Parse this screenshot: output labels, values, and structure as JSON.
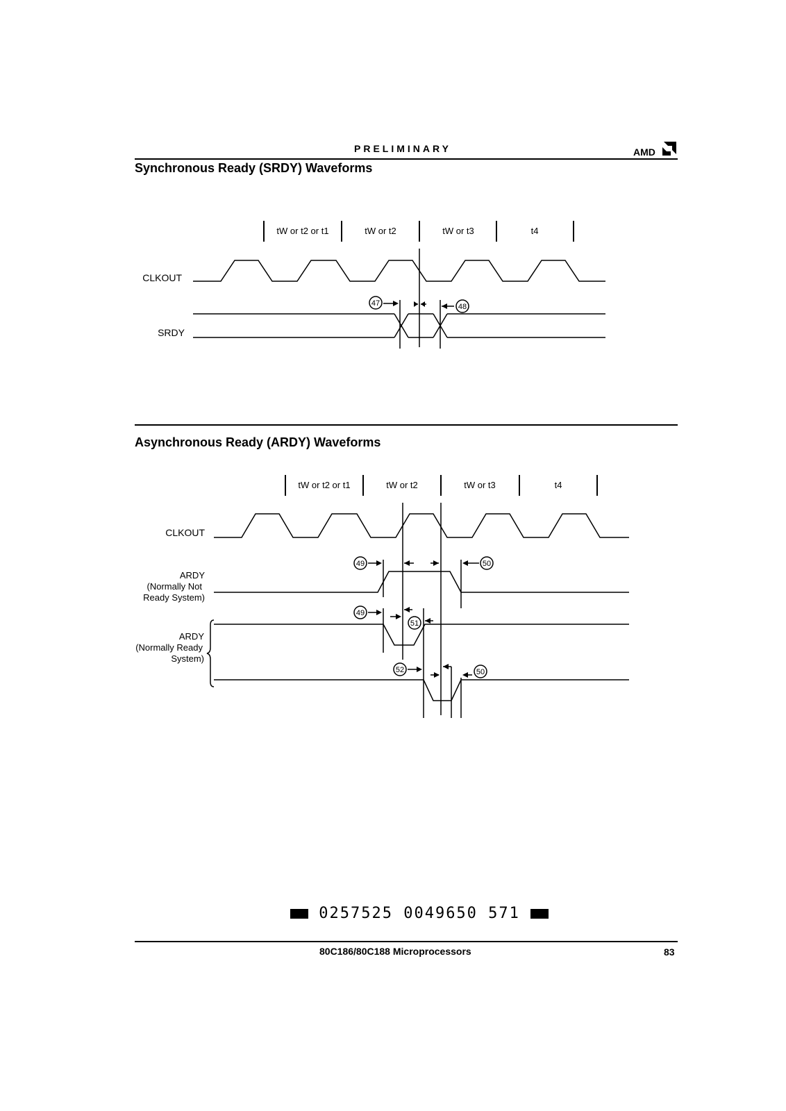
{
  "header": {
    "preliminary": "PRELIMINARY",
    "brand": "AMD"
  },
  "srdy_section": {
    "title": "Synchronous Ready (SRDY) Waveforms",
    "states": [
      "tW or t2 or t1",
      "tW or t2",
      "tW or t3",
      "t4"
    ],
    "signals": [
      "CLKOUT",
      "SRDY"
    ],
    "markers": [
      "47",
      "48"
    ]
  },
  "ardy_section": {
    "title": "Asynchronous Ready (ARDY) Waveforms",
    "states": [
      "tW or t2 or t1",
      "tW or t2",
      "tW or t3",
      "t4"
    ],
    "signal_clkout": "CLKOUT",
    "signal_ardy_not_ready": [
      "ARDY",
      "(Normally Not",
      "Ready System)"
    ],
    "signal_ardy_ready": [
      "ARDY",
      "(Normally Ready",
      "System)"
    ],
    "markers": [
      "49",
      "50",
      "49",
      "51",
      "52",
      "50"
    ]
  },
  "barcode": "0257525 0049650 571",
  "footer": {
    "title": "80C186/80C188 Microprocessors",
    "page": "83"
  }
}
